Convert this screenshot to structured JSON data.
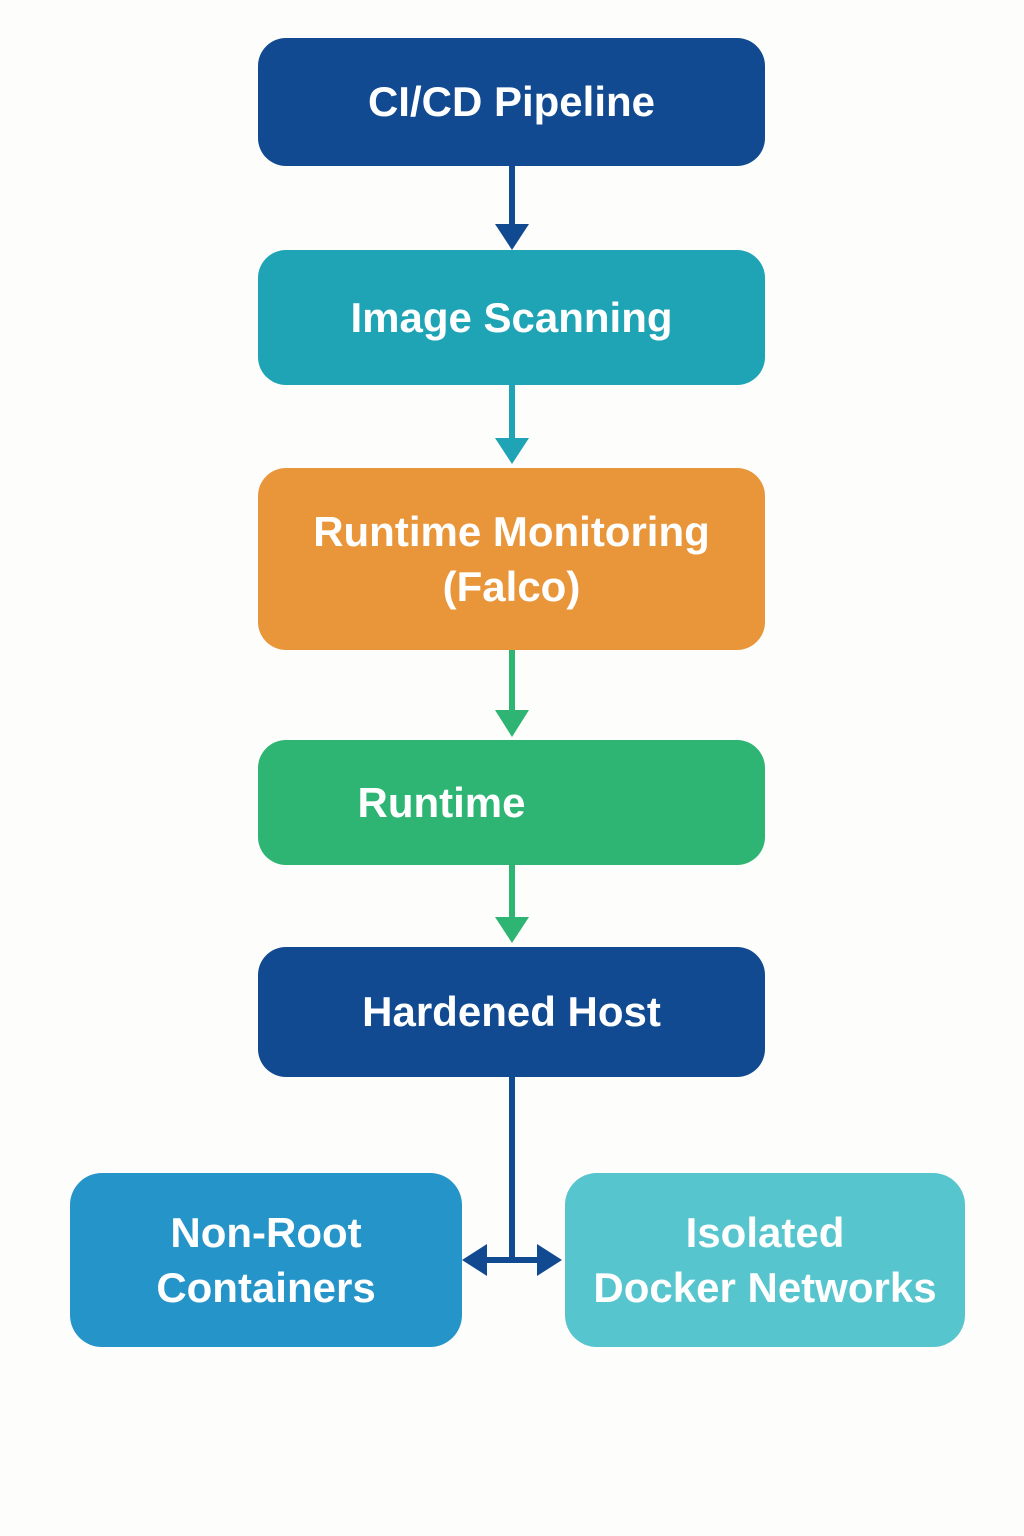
{
  "diagram": {
    "background_color": "#fdfdfb",
    "text_color": "#ffffff",
    "nodes": [
      {
        "id": "cicd-pipeline",
        "lines": [
          "CI/CD Pipeline"
        ],
        "color": "#114a90"
      },
      {
        "id": "image-scanning",
        "lines": [
          "Image Scanning"
        ],
        "color": "#1ea4b5"
      },
      {
        "id": "runtime-monitoring-falco",
        "lines": [
          "Runtime Monitoring",
          "(Falco)"
        ],
        "color": "#e9963a"
      },
      {
        "id": "runtime",
        "lines": [
          "Runtime"
        ],
        "color": "#2fb573"
      },
      {
        "id": "hardened-host",
        "lines": [
          "Hardened Host"
        ],
        "color": "#114a90"
      },
      {
        "id": "non-root-containers",
        "lines": [
          "Non-Root",
          "Containers"
        ],
        "color": "#2595c9"
      },
      {
        "id": "isolated-docker-networks",
        "lines": [
          "Isolated",
          "Docker Networks"
        ],
        "color": "#56c5ce"
      }
    ],
    "edges": [
      {
        "from": "cicd-pipeline",
        "to": "image-scanning",
        "color": "#114a90",
        "style": "arrow-down"
      },
      {
        "from": "image-scanning",
        "to": "runtime-monitoring-falco",
        "color": "#1ea4b5",
        "style": "arrow-down"
      },
      {
        "from": "runtime-monitoring-falco",
        "to": "runtime",
        "color": "#2fb573",
        "style": "arrow-down"
      },
      {
        "from": "runtime",
        "to": "hardened-host",
        "color": "#2fb573",
        "style": "arrow-down"
      },
      {
        "from": "hardened-host",
        "to": "non-root-containers",
        "color": "#114a90",
        "style": "branch-left"
      },
      {
        "from": "hardened-host",
        "to": "isolated-docker-networks",
        "color": "#114a90",
        "style": "branch-right"
      }
    ]
  }
}
